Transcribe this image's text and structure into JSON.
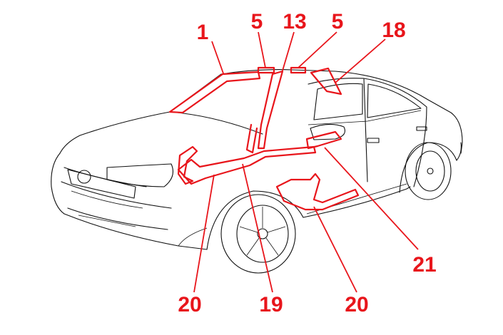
{
  "callouts": [
    {
      "id": "c1",
      "label": "1"
    },
    {
      "id": "c5a",
      "label": "5"
    },
    {
      "id": "c13",
      "label": "13"
    },
    {
      "id": "c5b",
      "label": "5"
    },
    {
      "id": "c18",
      "label": "18"
    },
    {
      "id": "c21",
      "label": "21"
    },
    {
      "id": "c20a",
      "label": "20"
    },
    {
      "id": "c19",
      "label": "19"
    },
    {
      "id": "c20b",
      "label": "20"
    }
  ],
  "colors": {
    "highlight": "#e8151b",
    "outline": "#111111",
    "background": "#ffffff"
  }
}
